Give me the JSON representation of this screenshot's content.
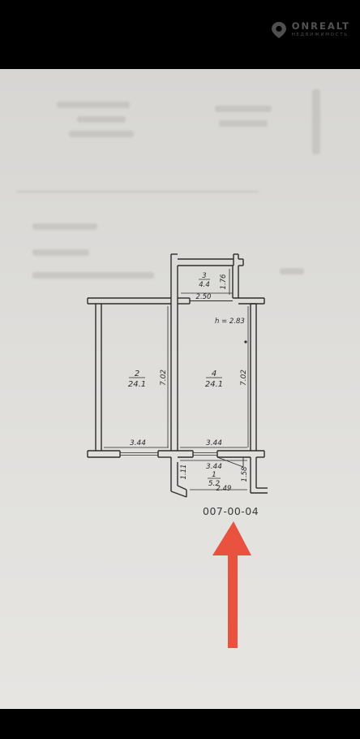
{
  "watermark": {
    "brand": "ONREALT",
    "tagline": "НЕДВИЖИМОСТЬ",
    "icon": "location-pin-icon"
  },
  "floor_plan": {
    "plan_id": "007-00-04",
    "ceiling_height": "h = 2.83",
    "rooms": [
      {
        "number": "1",
        "area": "5.2"
      },
      {
        "number": "2",
        "area": "24.1"
      },
      {
        "number": "3",
        "area": "4.4"
      },
      {
        "number": "4",
        "area": "24.1"
      }
    ],
    "dimensions": {
      "room3_width": "2.50",
      "room3_depth": "1.76",
      "room2_height": "7.02",
      "room4_height": "7.02",
      "room2_bottom_width": "3.44",
      "room4_bottom_width": "3.44",
      "room1_top_width": "3.44",
      "room1_left": "1.11",
      "room1_right": "1.58",
      "room1_bottom": "2.49"
    }
  },
  "arrow_color": "#e8523f"
}
